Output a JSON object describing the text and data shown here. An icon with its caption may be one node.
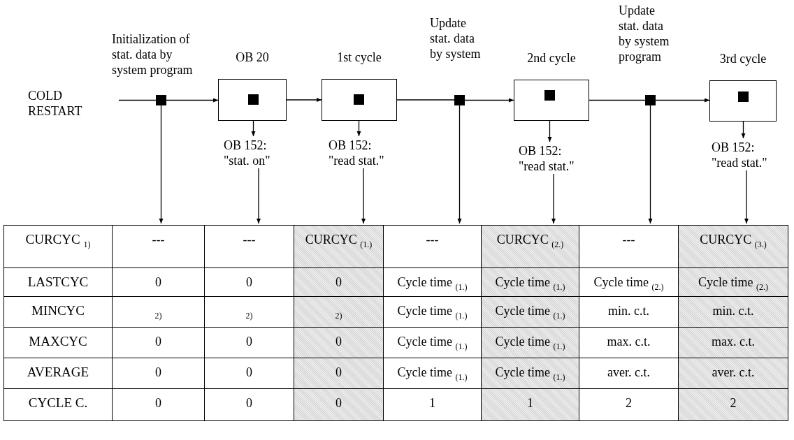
{
  "diagram": {
    "nodes": [
      {
        "text": [],
        "shape": "box",
        "beside": [
          "Initialization of stat. data by system program"
        ]
      },
      {
        "text": [
          "OB 20"
        ]
      },
      {
        "text": [],
        "shape": "box",
        "in": 1
      },
      {
        "text": [
          "OB 152: \"stat. on\""
        ]
      },
      {
        "text": [
          "1st cycle"
        ]
      },
      {
        "text": [],
        "shape": "box",
        "in": 4
      },
      {
        "text": [
          "OB 152: \"read stat.\""
        ]
      },
      {
        "text": [],
        "shape": "box",
        "beside": [
          "Update stat. data by system"
        ]
      },
      {
        "text": [
          "2nd cycle"
        ]
      },
      {
        "text": [],
        "shape": "box",
        "in": 8
      },
      {
        "text": [
          "OB 152: \"read stat.\""
        ]
      },
      {
        "text": [],
        "shape": "box",
        "beside": [
          "Update stat. data by system program"
        ]
      },
      {
        "text": [
          "3rd cycle"
        ]
      },
      {
        "text": [],
        "shape": "box",
        "in": 12
      },
      {
        "text": [
          "OB 152: \"read stat.\""
        ]
      },
      {
        "text": [
          "---"
        ]
      },
      {
        "text": [
          "---"
        ]
      },
      {
        "text": [
          "CURCYC $_{(1.)}$"
        ]
      },
      {
        "text": [
          "---"
        ]
      },
      {
        "text": [
          "CURCYC $_{(2.)}$"
        ]
      },
      {
        "text": [
          "---"
        ]
      },
      {
        "text": [
          "CURCYC $_{(3.)}$"
        ]
      }
    ],
    "edges": [
      {
        "from": null,
        "to": 0,
        "arrow": "none"
      },
      {
        "from": 0,
        "to": 1,
        "arrow": "to"
      },
      {
        "from": 1,
        "to": 4,
        "arrow": "to"
      },
      {
        "from": 4,
        "to": 7,
        "arrow": "none"
      },
      {
        "from": 7,
        "to": 8,
        "arrow": "to"
      },
      {
        "from": 8,
        "to": 11,
        "arrow": "none"
      },
      {
        "from": 11,
        "to": 12,
        "arrow": "to"
      },
      {
        "from": 0,
        "to": 15,
        "arrow": "to"
      },
      {
        "from": 2,
        "to": 3,
        "arrow": "to"
      },
      {
        "from": 3,
        "to": 16,
        "arrow": "to"
      },
      {
        "from": 5,
        "to": 6,
        "arrow": "to"
      },
      {
        "from": 6,
        "to": 17,
        "arrow": "to"
      },
      {
        "from": 7,
        "to": 18,
        "arrow": "to"
      },
      {
        "from": 9,
        "to": 10,
        "arrow": "to"
      },
      {
        "from": 10,
        "to": 19,
        "arrow": "to"
      },
      {
        "from": 11,
        "to": 20,
        "arrow": "to"
      },
      {
        "from": 13,
        "to": 14,
        "arrow": "to"
      },
      {
        "from": 14,
        "to": 21,
        "arrow": "to"
      }
    ],
    "labels": [
      "COLD RESTART",
      "CURCYC $_{1)}$",
      "LASTCYC",
      "0",
      "0",
      "0",
      "Cycle time $_{(1.)}$",
      "Cycle time $_{(1.)}$",
      "Cycle time $_{(2.)}$",
      "Cycle time $_{(2.)}$",
      "MINCYC",
      "$_{2)}$",
      "$_{2)}$",
      "$_{2)}$",
      "Cycle time $_{(1.)}$",
      "Cycle time $_{(1.)}$",
      "min. c.t.",
      "min. c.t.",
      "MAXCYC",
      "0",
      "0",
      "0",
      "Cycle time $_{(1.)}$",
      "Cycle time $_{(1.)}$",
      "max. c.t.",
      "max. c.t.",
      "AVERAGE",
      "0",
      "0",
      "0",
      "Cycle time $_{(1.)}$",
      "Cycle time $_{(1.)}$",
      "aver. c.t.",
      "aver. c.t.",
      "CYCLE C.",
      "0",
      "0",
      "0",
      "1",
      "1",
      "2",
      "2"
    ]
  }
}
